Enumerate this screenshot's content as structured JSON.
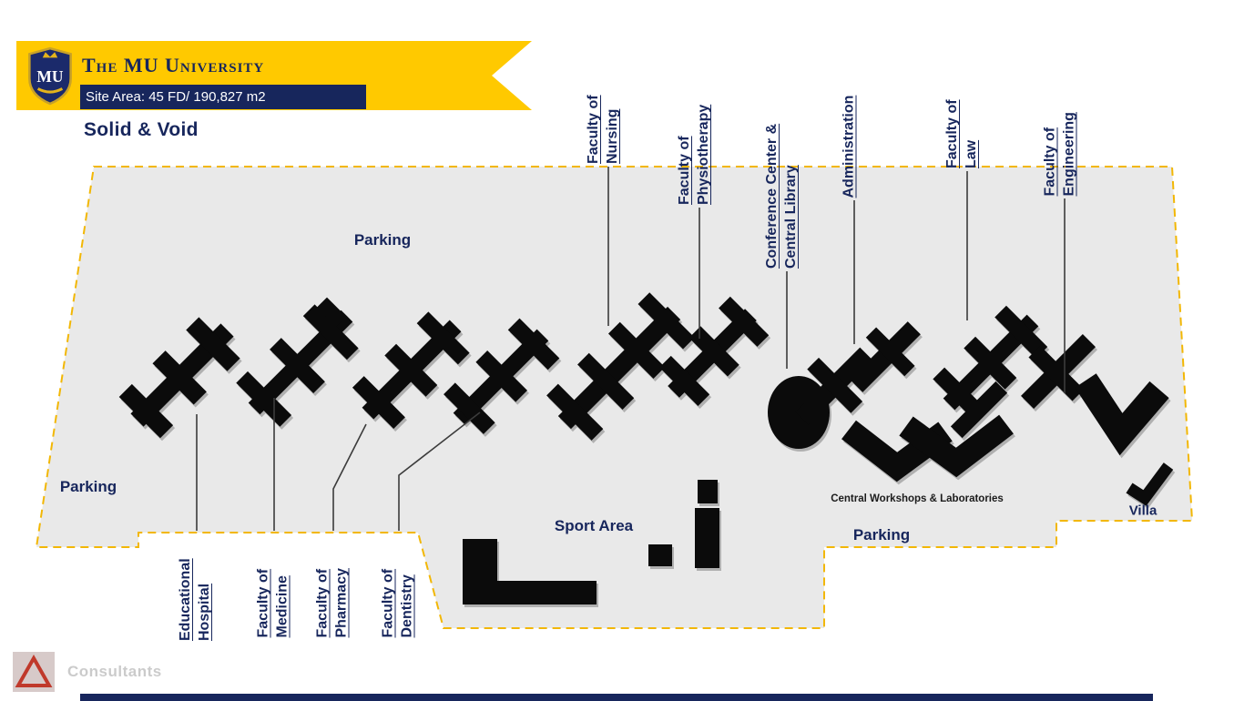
{
  "banner": {
    "logo_text": "MU",
    "title": "The MU University",
    "subtitle": "Site Area: 45 FD/ 190,827 m2"
  },
  "heading": "Solid & Void",
  "map": {
    "areas": {
      "parking_top": "Parking",
      "parking_left": "Parking",
      "parking_right": "Parking",
      "sport_area": "Sport Area",
      "workshops": "Central Workshops & Laboratories",
      "villa": "Villa"
    },
    "top_callouts": [
      {
        "line1": "Faculty of",
        "line2": "Nursing"
      },
      {
        "line1": "Faculty of",
        "line2": "Physiotherapy"
      },
      {
        "line1": "Conference Center &",
        "line2": "Central Library"
      },
      {
        "line1": "Administration",
        "line2": ""
      },
      {
        "line1": "Faculty of",
        "line2": "Law"
      },
      {
        "line1": "Faculty of",
        "line2": "Engineering"
      }
    ],
    "bottom_callouts": [
      {
        "line1": "Educational",
        "line2": "Hospital"
      },
      {
        "line1": "Faculty of",
        "line2": "Medicine"
      },
      {
        "line1": "Faculty of",
        "line2": "Pharmacy"
      },
      {
        "line1": "Faculty of",
        "line2": "Dentistry"
      }
    ]
  },
  "watermark": "Consultants",
  "colors": {
    "ribbon_yellow": "#FFC900",
    "navy": "#17265C",
    "site_gray": "#E9E9E9",
    "dashed_yellow": "#F2B705",
    "building_black": "#0B0B0B"
  }
}
